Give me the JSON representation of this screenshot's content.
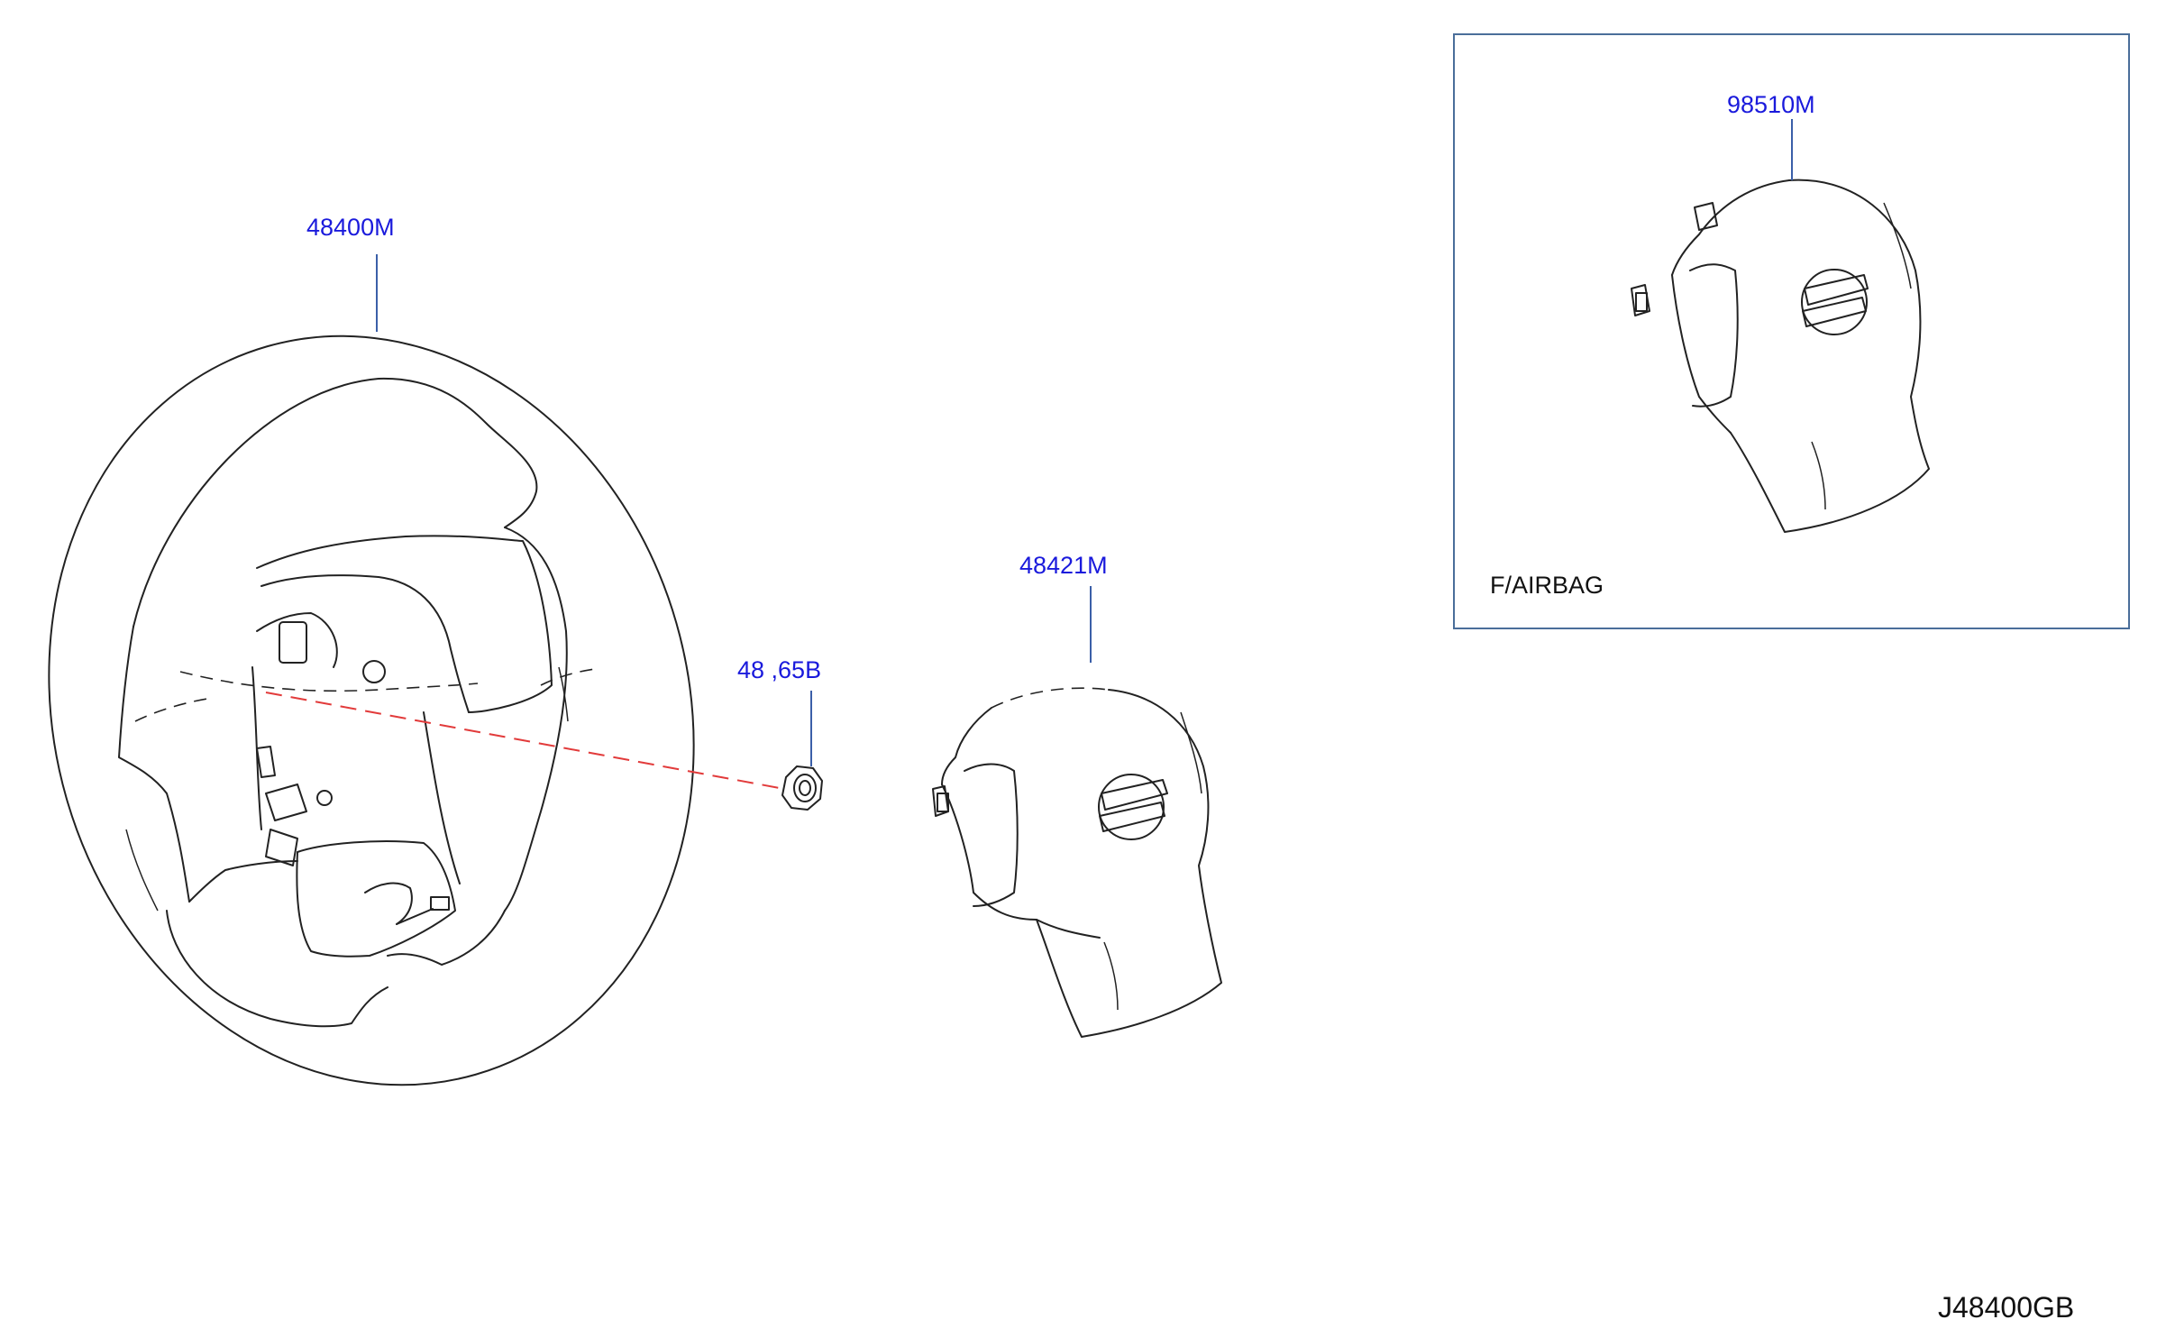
{
  "parts": [
    {
      "id": "steering-wheel",
      "label": "48400M"
    },
    {
      "id": "nut",
      "label": "48​ ,65B"
    },
    {
      "id": "horn-pad",
      "label": "48421M"
    },
    {
      "id": "airbag-module",
      "label": "98510M"
    }
  ],
  "inset": {
    "caption": "F/AIRBAG"
  },
  "diagram_id": "J48400GB",
  "colors": {
    "callout": "#1a1adc",
    "leader": "#3b5fa8",
    "inset_border": "#4a6e9a",
    "guide_line": "#e23b3b"
  }
}
